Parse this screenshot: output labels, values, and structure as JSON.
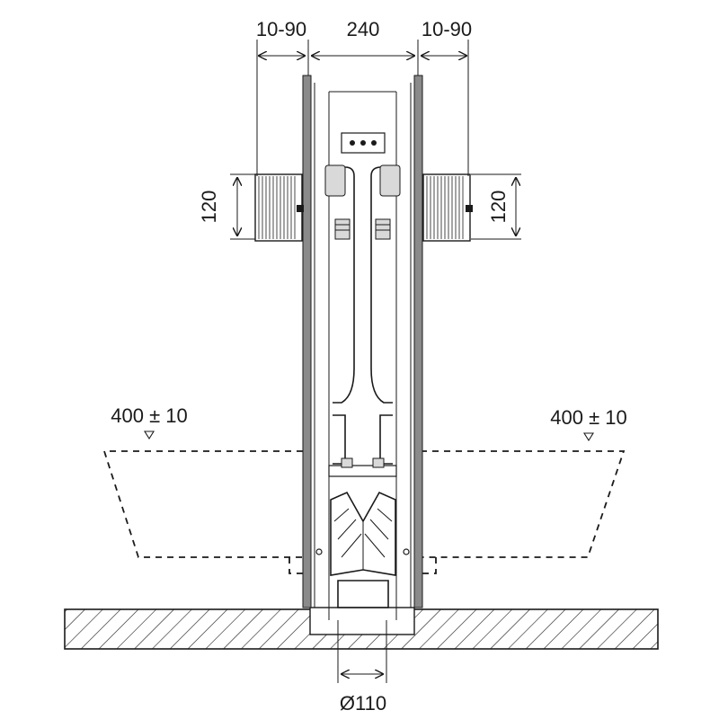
{
  "dimensions": {
    "top_left_gap": "10-90",
    "top_center_width": "240",
    "top_right_gap": "10-90",
    "left_rail_height": "120",
    "right_rail_height": "120",
    "left_bowl_height": "400 ± 10",
    "right_bowl_height": "400 ± 10",
    "drain_diameter": "Ø110"
  },
  "colors": {
    "line": "#1a1a1a",
    "frame_fill": "#8a8a8a",
    "part_fill": "#d9d9d9"
  }
}
